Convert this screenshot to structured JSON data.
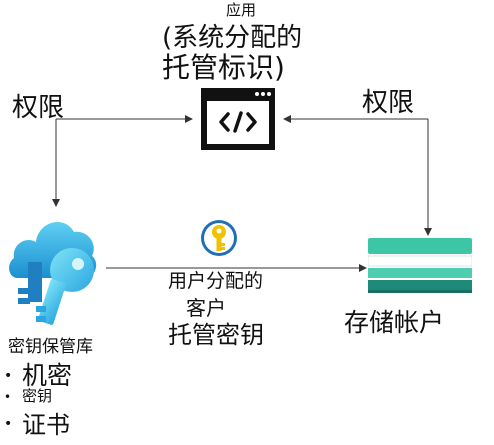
{
  "app": {
    "label": "应用",
    "title_line1": "(系统分配的",
    "title_line2": "托管标识)"
  },
  "permissions": {
    "left": "权限",
    "right": "权限"
  },
  "key_vault": {
    "label": "密钥保管库",
    "items": [
      {
        "text": "机密"
      },
      {
        "text": "密钥"
      },
      {
        "text": "证书"
      }
    ]
  },
  "user_assigned": {
    "line1": "用户分配的",
    "line2": "客户",
    "line3": "托管密钥"
  },
  "storage": {
    "label": "存储帐户"
  },
  "colors": {
    "arrow": "#333333",
    "app_icon": "#111111",
    "storage_teal": "#2bbf9f",
    "storage_dark": "#1e8a7a",
    "key_gold": "#f2c200",
    "vault_blue": "#2aa7e0"
  },
  "icons": [
    "application-icon",
    "key-vault-icon",
    "managed-identity-key-icon",
    "storage-account-icon"
  ]
}
